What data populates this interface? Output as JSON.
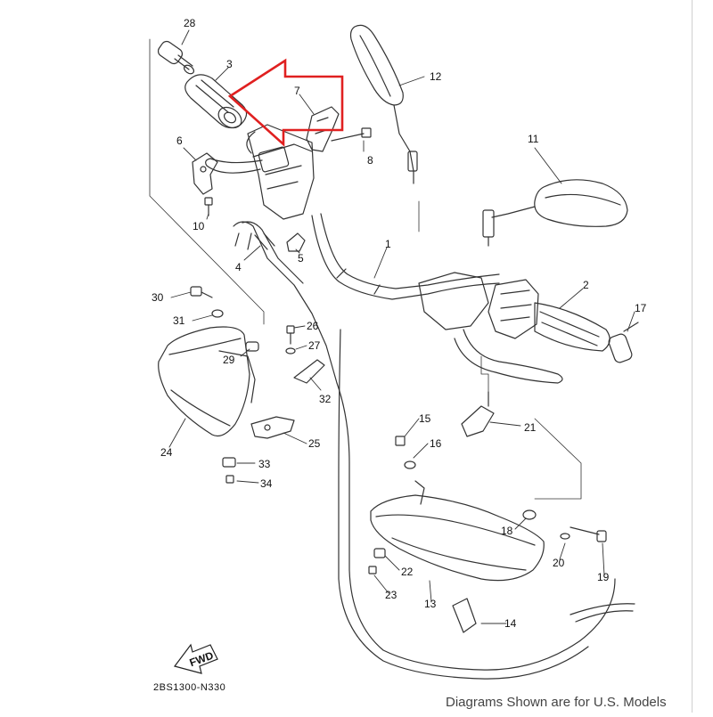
{
  "diagram": {
    "callouts": [
      {
        "id": "28",
        "label": "28"
      },
      {
        "id": "3",
        "label": "3"
      },
      {
        "id": "7",
        "label": "7"
      },
      {
        "id": "12",
        "label": "12"
      },
      {
        "id": "6",
        "label": "6"
      },
      {
        "id": "8",
        "label": "8"
      },
      {
        "id": "11",
        "label": "11"
      },
      {
        "id": "10",
        "label": "10"
      },
      {
        "id": "1",
        "label": "1"
      },
      {
        "id": "5",
        "label": "5"
      },
      {
        "id": "4",
        "label": "4"
      },
      {
        "id": "2",
        "label": "2"
      },
      {
        "id": "30",
        "label": "30"
      },
      {
        "id": "17",
        "label": "17"
      },
      {
        "id": "31",
        "label": "31"
      },
      {
        "id": "26",
        "label": "26"
      },
      {
        "id": "27",
        "label": "27"
      },
      {
        "id": "29",
        "label": "29"
      },
      {
        "id": "32",
        "label": "32"
      },
      {
        "id": "21",
        "label": "21"
      },
      {
        "id": "15",
        "label": "15"
      },
      {
        "id": "16",
        "label": "16"
      },
      {
        "id": "24",
        "label": "24"
      },
      {
        "id": "25",
        "label": "25"
      },
      {
        "id": "33",
        "label": "33"
      },
      {
        "id": "34",
        "label": "34"
      },
      {
        "id": "18",
        "label": "18"
      },
      {
        "id": "20",
        "label": "20"
      },
      {
        "id": "19",
        "label": "19"
      },
      {
        "id": "22",
        "label": "22"
      },
      {
        "id": "23",
        "label": "23"
      },
      {
        "id": "13",
        "label": "13"
      },
      {
        "id": "14",
        "label": "14"
      }
    ],
    "fwd_label": "FWD",
    "diagram_code": "2BS1300-N330",
    "footer_note": "Diagrams Shown are for U.S. Models",
    "highlight_color": "#e02020",
    "line_color": "#333333"
  }
}
